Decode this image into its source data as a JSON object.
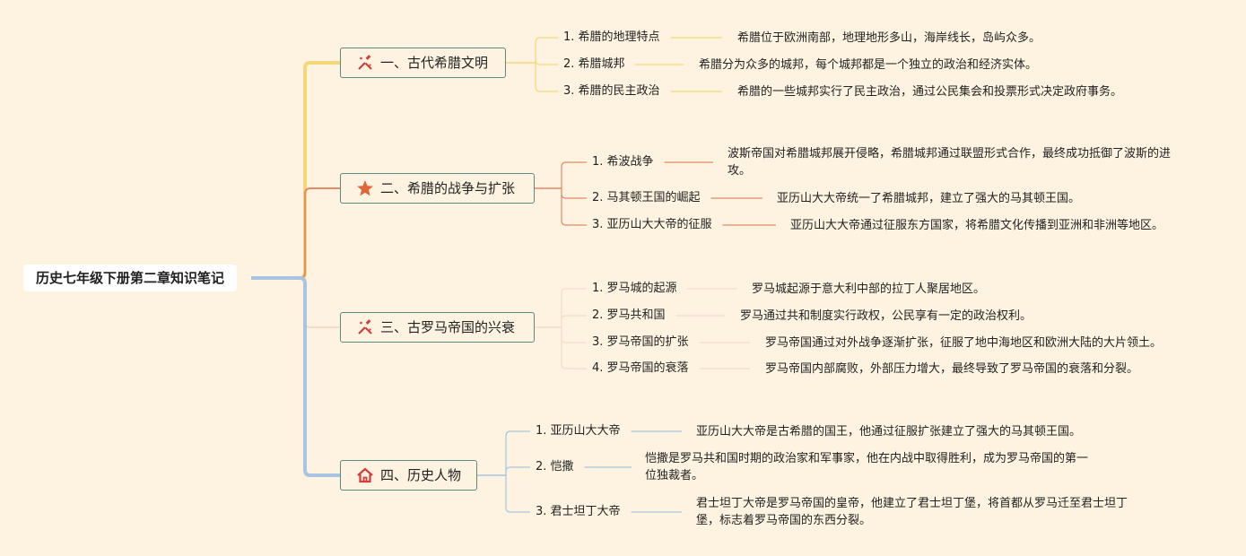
{
  "root": "历史七年级下册第二章知识笔记",
  "topics": [
    {
      "label": "一、古代希腊文明",
      "icon": "tools-icon",
      "color": "#f5d77a",
      "items": [
        {
          "label": "1. 希腊的地理特点",
          "detail": "希腊位于欧洲南部，地理地形多山，海岸线长，岛屿众多。"
        },
        {
          "label": "2. 希腊城邦",
          "detail": "希腊分为众多的城邦，每个城邦都是一个独立的政治和经济实体。"
        },
        {
          "label": "3. 希腊的民主政治",
          "detail": "希腊的一些城邦实行了民主政治，通过公民集会和投票形式决定政府事务。"
        }
      ]
    },
    {
      "label": "二、希腊的战争与扩张",
      "icon": "star-icon",
      "color": "#e48a64",
      "items": [
        {
          "label": "1. 希波战争",
          "detail": "波斯帝国对希腊城邦展开侵略，希腊城邦通过联盟形式合作，最终成功抵御了波斯的进攻。"
        },
        {
          "label": "2. 马其顿王国的崛起",
          "detail": "亚历山大大帝统一了希腊城邦，建立了强大的马其顿王国。"
        },
        {
          "label": "3. 亚历山大大帝的征服",
          "detail": "亚历山大大帝通过征服东方国家，将希腊文化传播到亚洲和非洲等地区。"
        }
      ]
    },
    {
      "label": "三、古罗马帝国的兴衰",
      "icon": "tools-icon",
      "color": "#f2dcc8",
      "items": [
        {
          "label": "1. 罗马城的起源",
          "detail": "罗马城起源于意大利中部的拉丁人聚居地区。"
        },
        {
          "label": "2. 罗马共和国",
          "detail": "罗马通过共和制度实行政权，公民享有一定的政治权利。"
        },
        {
          "label": "3. 罗马帝国的扩张",
          "detail": "罗马帝国通过对外战争逐渐扩张，征服了地中海地区和欧洲大陆的大片领土。"
        },
        {
          "label": "4. 罗马帝国的衰落",
          "detail": "罗马帝国内部腐败，外部压力增大，最终导致了罗马帝国的衰落和分裂。"
        }
      ]
    },
    {
      "label": "四、历史人物",
      "icon": "home-icon",
      "color": "#a9c4e3",
      "items": [
        {
          "label": "1. 亚历山大大帝",
          "detail": "亚历山大大帝是古希腊的国王，他通过征服扩张建立了强大的马其顿王国。"
        },
        {
          "label": "2. 恺撒",
          "detail": "恺撒是罗马共和国时期的政治家和军事家，他在内战中取得胜利，成为罗马帝国的第一位独裁者。"
        },
        {
          "label": "3. 君士坦丁大帝",
          "detail": "君士坦丁大帝是罗马帝国的皇帝，他建立了君士坦丁堡，将首都从罗马迁至君士坦丁堡，标志着罗马帝国的东西分裂。"
        }
      ]
    }
  ]
}
